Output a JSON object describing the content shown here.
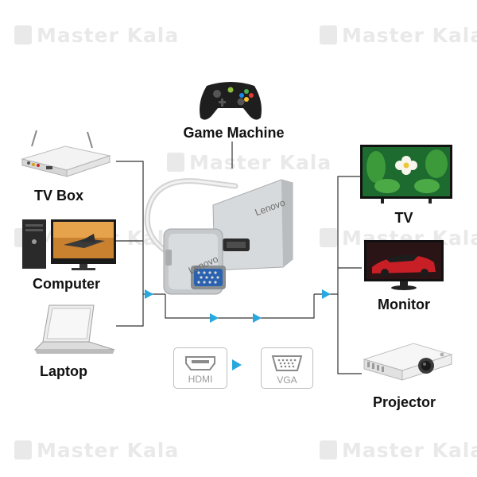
{
  "watermark": {
    "text": "Master Kala"
  },
  "center_device": {
    "label": "Game Machine",
    "adapter_brand": "Lenovo",
    "plug_brand": "Lenovo"
  },
  "sources": [
    {
      "label": "TV Box"
    },
    {
      "label": "Computer"
    },
    {
      "label": "Laptop"
    }
  ],
  "outputs": [
    {
      "label": "TV"
    },
    {
      "label": "Monitor"
    },
    {
      "label": "Projector"
    }
  ],
  "conversion": {
    "from": "HDMI",
    "to": "VGA"
  },
  "colors": {
    "arrow": "#29a8e0",
    "line": "#333333",
    "watermark": "#e9e9e9",
    "aluminum": "#c9cdd1"
  }
}
